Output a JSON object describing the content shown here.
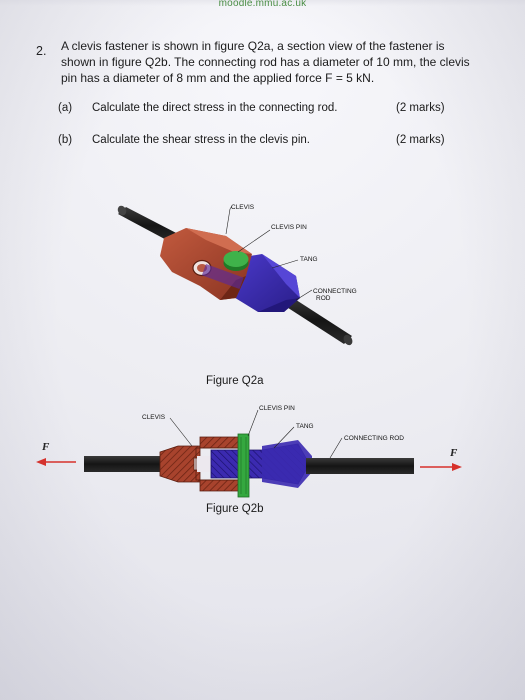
{
  "header": {
    "url_fragment": "moodle.mmu.ac.uk"
  },
  "question": {
    "number": "2.",
    "text": "A clevis fastener is shown in figure Q2a, a section view of the fastener is shown in figure Q2b. The connecting rod has a diameter of 10 mm, the clevis pin has a diameter of 8 mm and the applied force F = 5 kN.",
    "parts": [
      {
        "label": "(a)",
        "text": "Calculate the direct stress in the connecting rod.",
        "marks": "(2 marks)"
      },
      {
        "label": "(b)",
        "text": "Calculate the shear stress in the clevis pin.",
        "marks": "(2 marks)"
      }
    ]
  },
  "figure_a": {
    "caption": "Figure Q2a",
    "labels": {
      "clevis": "CLEVIS",
      "clevis_pin": "CLEVIS PIN",
      "tang": "TANG",
      "connecting_rod_line1": "CONNECTING",
      "connecting_rod_line2": "ROD"
    }
  },
  "figure_b": {
    "caption": "Figure Q2b",
    "labels": {
      "clevis": "CLEVIS",
      "clevis_pin": "CLEVIS PIN",
      "tang": "TANG",
      "connecting_rod": "CONNECTING ROD",
      "force_left": "F",
      "force_right": "F"
    }
  },
  "colors": {
    "clevis": "#a8432d",
    "tang": "#3b2ab0",
    "pin": "#2f9a35",
    "rod": "#1d1d1d",
    "force_arrow": "#d8302a"
  }
}
